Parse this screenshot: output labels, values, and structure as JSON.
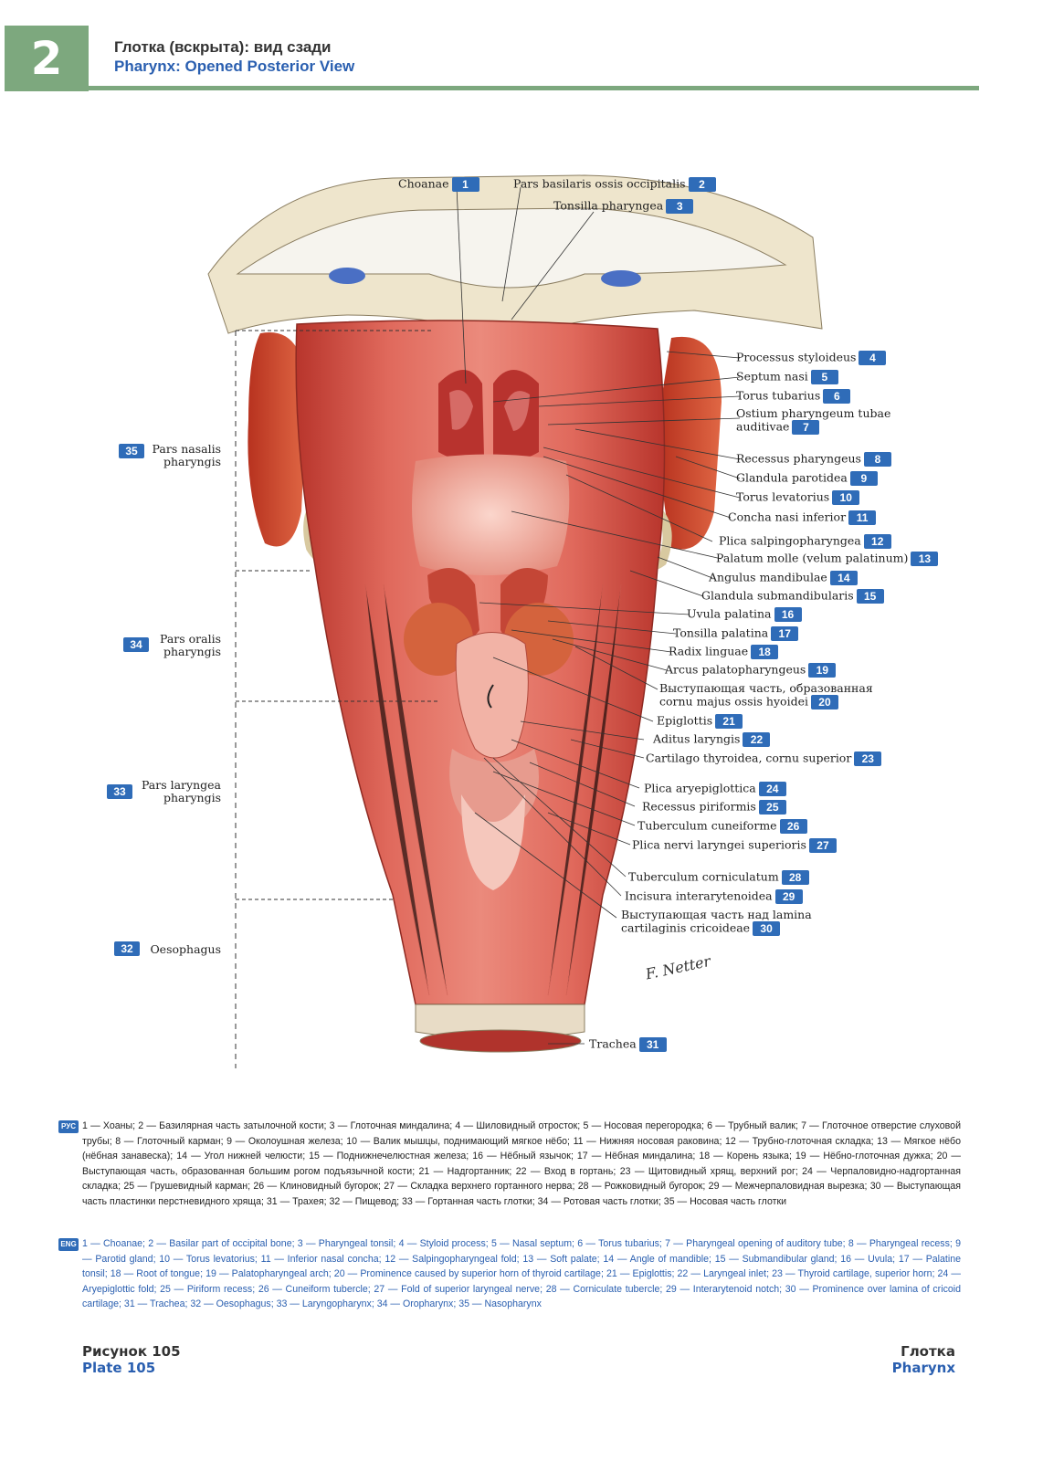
{
  "header": {
    "chapter_number": "2",
    "title_ru": "Глотка (вскрыта): вид сзади",
    "title_en": "Pharynx: Opened Posterior View"
  },
  "labels_right": [
    {
      "text": "Choanae",
      "num": "1"
    },
    {
      "text": "Pars basilaris ossis occipitalis",
      "num": "2"
    },
    {
      "text": "Tonsilla pharyngea",
      "num": "3"
    },
    {
      "text": "Processus styloideus",
      "num": "4"
    },
    {
      "text": "Septum nasi",
      "num": "5"
    },
    {
      "text": "Torus tubarius",
      "num": "6"
    },
    {
      "text": "Ostium pharyngeum tubae auditivae",
      "num": "7"
    },
    {
      "text": "Recessus pharyngeus",
      "num": "8"
    },
    {
      "text": "Glandula parotidea",
      "num": "9"
    },
    {
      "text": "Torus levatorius",
      "num": "10"
    },
    {
      "text": "Concha nasi inferior",
      "num": "11"
    },
    {
      "text": "Plica salpingopharyngea",
      "num": "12"
    },
    {
      "text": "Palatum molle (velum palatinum)",
      "num": "13"
    },
    {
      "text": "Angulus mandibulae",
      "num": "14"
    },
    {
      "text": "Glandula submandibularis",
      "num": "15"
    },
    {
      "text": "Uvula palatina",
      "num": "16"
    },
    {
      "text": "Tonsilla palatina",
      "num": "17"
    },
    {
      "text": "Radix linguae",
      "num": "18"
    },
    {
      "text": "Arcus palatopharyngeus",
      "num": "19"
    },
    {
      "text": "Выступающая часть, образованная cornu majus ossis hyoidei",
      "num": "20"
    },
    {
      "text": "Epiglottis",
      "num": "21"
    },
    {
      "text": "Aditus laryngis",
      "num": "22"
    },
    {
      "text": "Cartilago thyroidea, cornu superior",
      "num": "23"
    },
    {
      "text": "Plica aryepiglottica",
      "num": "24"
    },
    {
      "text": "Recessus piriformis",
      "num": "25"
    },
    {
      "text": "Tuberculum cuneiforme",
      "num": "26"
    },
    {
      "text": "Plica nervi laryngei superioris",
      "num": "27"
    },
    {
      "text": "Tuberculum corniculatum",
      "num": "28"
    },
    {
      "text": "Incisura interarytenoidea",
      "num": "29"
    },
    {
      "text": "Выступающая часть над lamina cartilaginis cricoideae",
      "num": "30"
    },
    {
      "text": "Trachea",
      "num": "31"
    }
  ],
  "labels_left": [
    {
      "text": "Pars nasalis pharyngis",
      "num": "35"
    },
    {
      "text": "Pars oralis pharyngis",
      "num": "34"
    },
    {
      "text": "Pars laryngea pharyngis",
      "num": "33"
    },
    {
      "text": "Oesophagus",
      "num": "32"
    }
  ],
  "signature": "F. Netter",
  "legend": {
    "ru_tag": "РУС",
    "ru_text": "1 — Хоаны; 2 — Базилярная часть затылочной кости; 3 — Глоточная миндалина; 4 — Шиловидный отросток; 5 — Носовая перегородка; 6 — Трубный валик; 7 — Глоточное отверстие слуховой трубы; 8 — Глоточный карман; 9 — Околоушная железа; 10 — Валик мышцы, поднимающий мягкое нёбо; 11 — Нижняя носовая раковина; 12 — Трубно-глоточная складка; 13 — Мягкое нёбо (нёбная занавеска); 14 — Угол нижней челюсти; 15 — Поднижнечелюстная железа; 16 — Нёбный язычок; 17 — Нёбная миндалина; 18 — Корень языка; 19 — Нёбно-глоточная дужка; 20 — Выступающая часть, образованная большим рогом подъязычной кости; 21 — Надгортанник; 22 — Вход в гортань; 23 — Щитовидный хрящ, верхний рог; 24 — Черпаловидно-надгортанная складка; 25 — Грушевидный карман; 26 — Клиновидный бугорок; 27 — Складка верхнего гортанного нерва; 28 — Рожковидный бугорок; 29 — Межчерпаловидная вырезка; 30 — Выступающая часть пластинки перстневидного хряща; 31 — Трахея; 32 — Пищевод; 33 — Гортанная часть глотки; 34 — Ротовая часть глотки; 35 — Носовая часть глотки",
    "en_tag": "ENG",
    "en_text": "1 — Choanae; 2 — Basilar part of occipital bone; 3 — Pharyngeal tonsil; 4 — Styloid process; 5 — Nasal septum; 6 — Torus tubarius; 7 — Pharyngeal opening of auditory tube; 8 — Pharyngeal recess; 9 — Parotid gland; 10 — Torus levatorius; 11 — Inferior nasal concha; 12 — Salpingopharyngeal fold; 13 — Soft palate; 14 — Angle of mandible; 15 — Submandibular gland; 16 — Uvula; 17 — Palatine tonsil; 18 — Root of tongue; 19 — Palatopharyngeal arch; 20 — Prominence caused by superior horn of thyroid cartilage; 21 — Epiglottis; 22 — Laryngeal inlet; 23 — Thyroid cartilage, superior horn; 24 — Aryepiglottic fold; 25 — Piriform recess; 26 — Cuneiform tubercle; 27 — Fold of superior laryngeal nerve; 28 — Corniculate tubercle; 29 — Interarytenoid notch; 30 — Prominence over lamina of cricoid cartilage; 31 — Trachea; 32 — Oesophagus; 33 — Laryngopharynx; 34 — Oropharynx; 35 — Nasopharynx"
  },
  "footer": {
    "plate_ru": "Рисунок 105",
    "plate_en": "Plate 105",
    "section_ru": "Глотка",
    "section_en": "Pharynx"
  },
  "colors": {
    "accent_green": "#7da87e",
    "badge_blue": "#2f6cb8",
    "title_blue": "#2a5fb0",
    "mucosa": "#d9564a"
  }
}
